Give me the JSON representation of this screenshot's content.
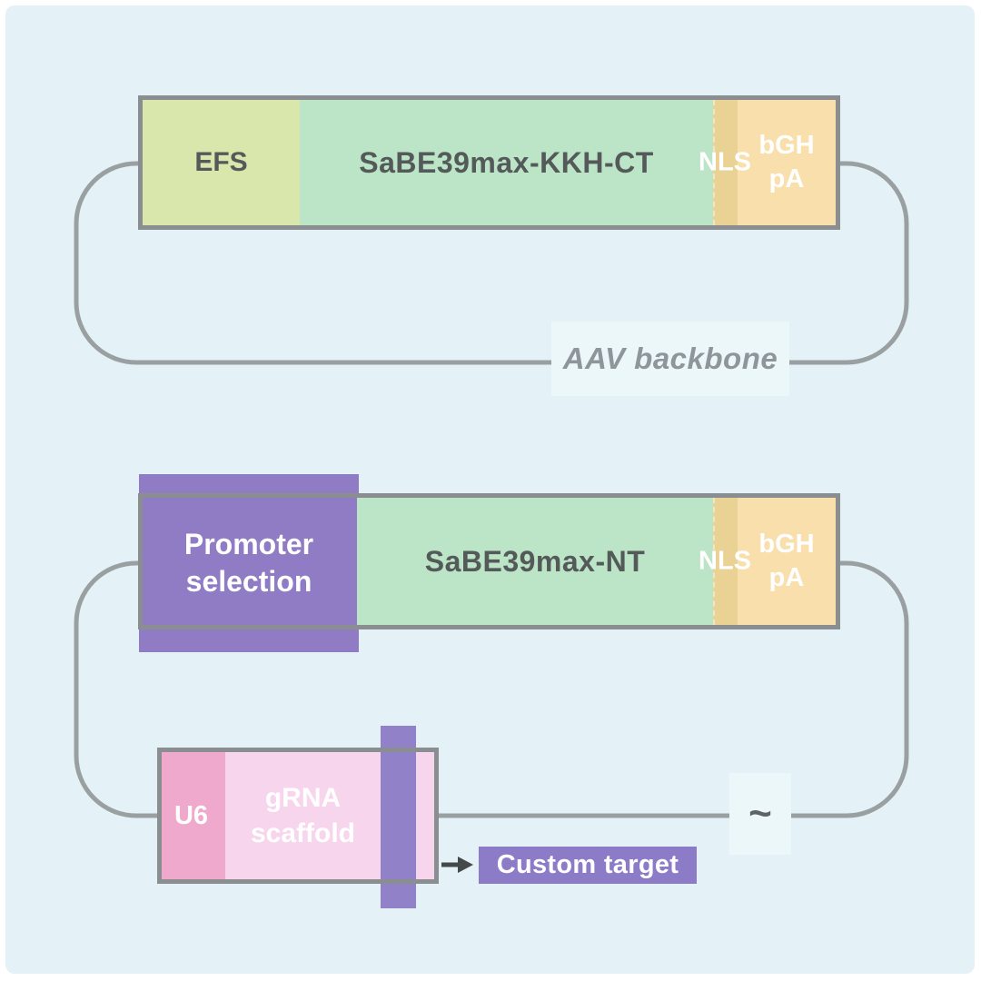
{
  "colors": {
    "canvas": "#ffffff",
    "panel-bg": "#e4f2f7",
    "label-bg": "#ecf7fa",
    "outline-gray": "#8a8e90",
    "loop-gray": "#9aa0a2",
    "efs-green": "#d9e7ac",
    "mint-green": "#bce4c6",
    "nls-tan": "#ead295",
    "polya-peach": "#f8dfab",
    "purple": "#8f7cc5",
    "purple-bar": "#9181c9",
    "purple-target": "#8c7bc6",
    "u6-pink": "#efa9cd",
    "scaffold-pink": "#f7d6ed",
    "dark-text": "#54595a",
    "light-text": "#ffffff",
    "backbone-text": "#8e959b",
    "arrow-dark": "#44484b"
  },
  "top_construct": {
    "promoter_label": "EFS",
    "cds_label": "SaBE39max-KKH-CT",
    "nls_label": "NLS",
    "polya_line1": "bGH",
    "polya_line2": "pA",
    "backbone_label": "AAV backbone"
  },
  "bottom_construct": {
    "promoter_line1": "Promoter",
    "promoter_line2": "selection",
    "cds_label": "SaBE39max-NT",
    "nls_label": "NLS",
    "polya_line1": "bGH",
    "polya_line2": "pA",
    "tilde_label": "~",
    "grna_cassette": {
      "u6_label": "U6",
      "scaffold_line1": "gRNA",
      "scaffold_line2": "scaffold",
      "target_label": "Custom target"
    }
  }
}
